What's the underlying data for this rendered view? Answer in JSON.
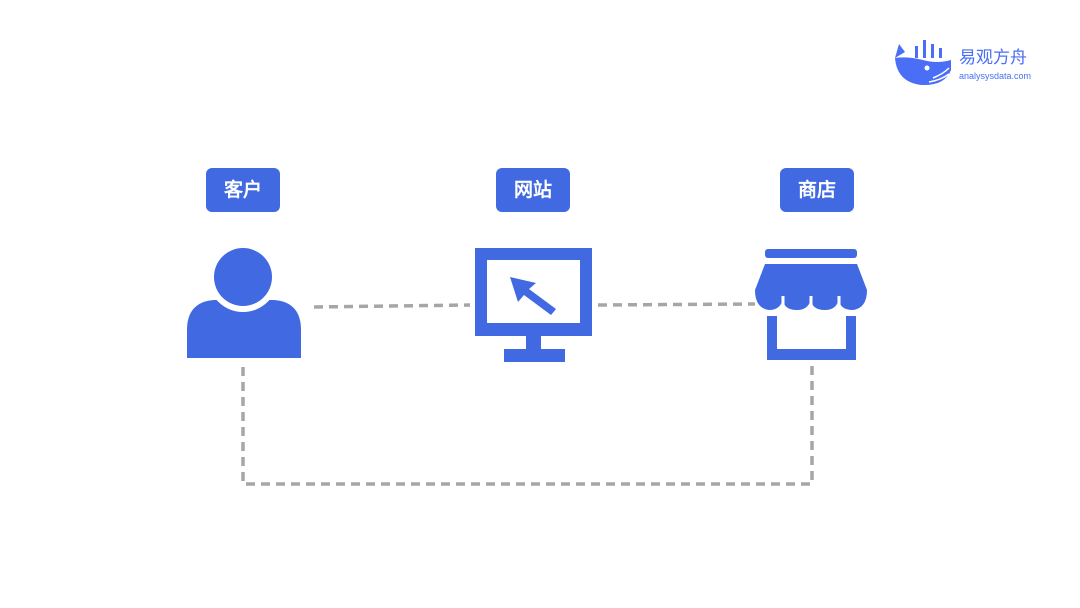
{
  "brand": {
    "name": "易观方舟",
    "domain": "analysysdata.com",
    "logo_icon": "whale-chart-icon",
    "color": "#4a6ef5"
  },
  "nodes": [
    {
      "id": "customer",
      "label": "客户",
      "icon": "person-icon"
    },
    {
      "id": "website",
      "label": "网站",
      "icon": "monitor-cursor-icon"
    },
    {
      "id": "store",
      "label": "商店",
      "icon": "storefront-icon"
    }
  ],
  "connections": [
    {
      "from": "customer",
      "to": "website",
      "style": "dashed"
    },
    {
      "from": "website",
      "to": "store",
      "style": "dashed"
    },
    {
      "from": "customer",
      "to": "store",
      "style": "dashed"
    }
  ],
  "colors": {
    "accent": "#4169e1",
    "connector": "#a6a6a6",
    "background": "#ffffff"
  }
}
